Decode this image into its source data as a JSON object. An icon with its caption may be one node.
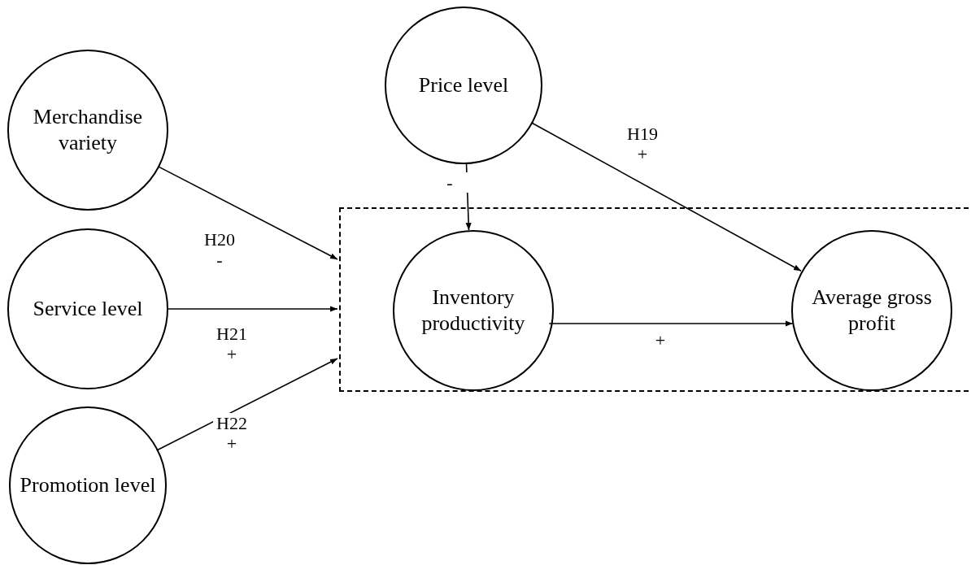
{
  "diagram": {
    "nodes": [
      {
        "text": [
          "Merchandise variety"
        ]
      },
      {
        "text": [
          "Service level"
        ]
      },
      {
        "text": [
          "Promotion level"
        ]
      },
      {
        "text": [
          "Price level"
        ]
      },
      {
        "text": [],
        "shape": "box"
      },
      {
        "text": [
          "Inventory productivity"
        ],
        "in": 4
      },
      {
        "text": [
          "Average gross profit"
        ],
        "in": 4
      }
    ],
    "edges": [
      {
        "from": 0,
        "to": 4,
        "arrow": "to",
        "label": "H20 -"
      },
      {
        "from": 1,
        "to": 4,
        "arrow": "to",
        "label": "H21 +"
      },
      {
        "from": 2,
        "to": 4,
        "arrow": "to",
        "label": "H22 +"
      },
      {
        "from": 3,
        "to": 5,
        "arrow": "to",
        "label": "-"
      },
      {
        "from": 3,
        "to": 6,
        "arrow": "to",
        "label": "H19 +"
      },
      {
        "from": 5,
        "to": 6,
        "arrow": "to",
        "label": "+"
      }
    ]
  }
}
